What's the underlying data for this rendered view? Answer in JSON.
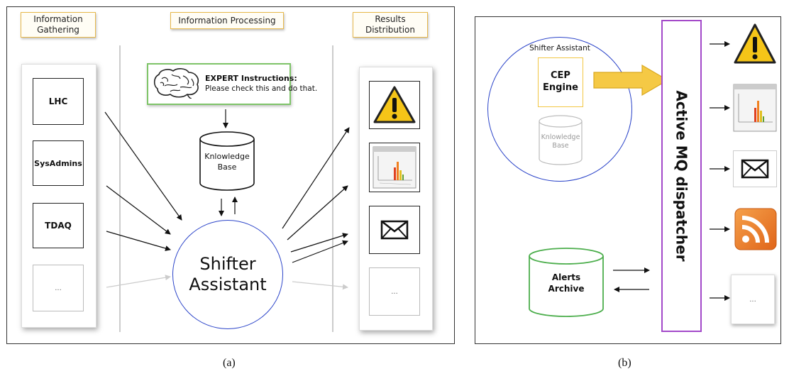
{
  "panel_a": {
    "headers": {
      "gathering": "Information\nGathering",
      "processing": "Information Processing",
      "distribution": "Results\nDistribution"
    },
    "sources": [
      "LHC",
      "SysAdmins",
      "TDAQ",
      "..."
    ],
    "expert_title": "EXPERT Instructions:",
    "expert_text": "Please check this and do that.",
    "kb_line1": "Knlowledge",
    "kb_line2": "Base",
    "shifter_line1": "Shifter",
    "shifter_line2": "Assistant",
    "outputs": [
      "warning-icon",
      "chart-screenshot-icon",
      "mail-icon",
      "..."
    ],
    "caption": "(a)"
  },
  "panel_b": {
    "shifter_title": "Shifter Assistant",
    "cep_line1": "CEP",
    "cep_line2": "Engine",
    "kb_line1": "Knlowledge",
    "kb_line2": "Base",
    "mq_label": "Active MQ dispatcher",
    "archive_line1": "Alerts",
    "archive_line2": "Archive",
    "outputs": [
      "warning-icon",
      "chart-screenshot-icon",
      "mail-icon",
      "rss-icon",
      "..."
    ],
    "caption": "(b)"
  },
  "colors": {
    "header_border": "#e7b84a",
    "expert_border": "#7ec468",
    "circle_border": "#2b44c9",
    "mq_border": "#a349c9",
    "archive_border": "#4cae4c",
    "cep_border": "#f2c744",
    "arrow_fill": "#f5c945"
  }
}
